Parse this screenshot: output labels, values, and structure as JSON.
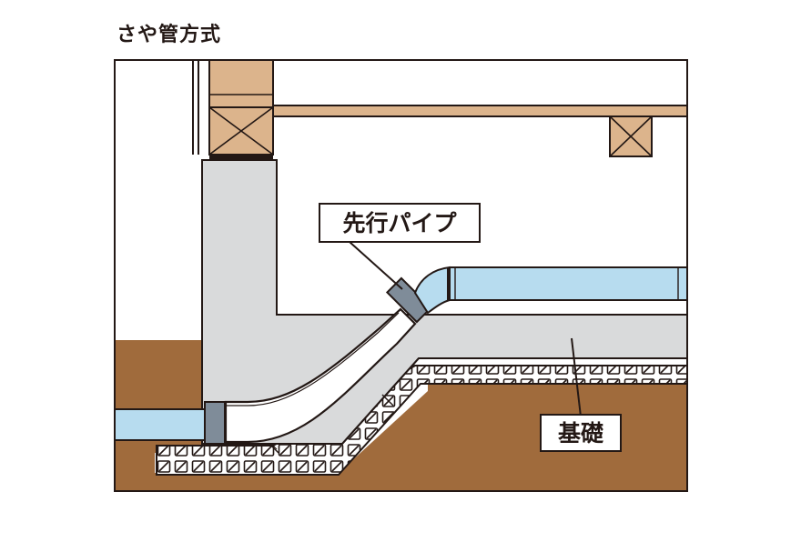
{
  "title": "さや管方式",
  "labels": {
    "pipe": "先行パイプ",
    "foundation": "基礎"
  },
  "colors": {
    "wood": "#dcb48c",
    "soil": "#a06b3c",
    "concrete": "#d9dadb",
    "water_pipe": "#b7dcef",
    "sleeve_pipe": "#ffffff",
    "coupler": "#7f8c99",
    "line": "#231815"
  }
}
